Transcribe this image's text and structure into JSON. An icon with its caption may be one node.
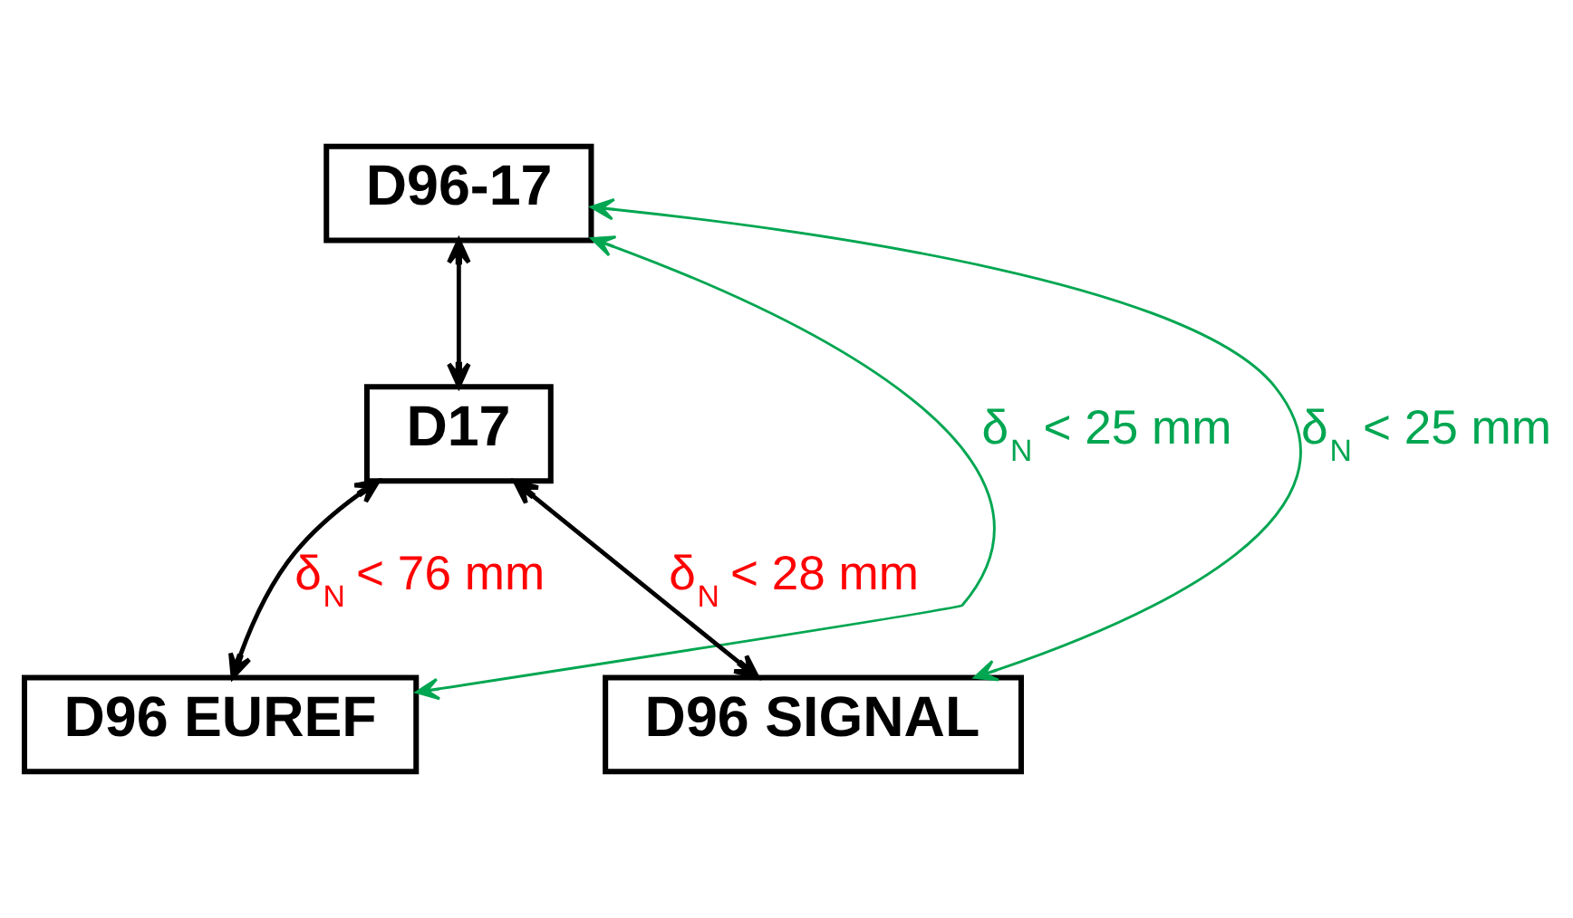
{
  "diagram": {
    "nodes": [
      {
        "text": [
          "D96-17"
        ]
      },
      {
        "text": [
          "D17"
        ]
      },
      {
        "text": [
          "D96 EUREF"
        ]
      },
      {
        "text": [
          "D96 SIGNAL"
        ]
      }
    ],
    "edges": [
      {
        "from": 0,
        "to": 1,
        "arrow": "both"
      },
      {
        "from": 1,
        "to": 2,
        "arrow": "both",
        "label": "δ$_{N}$ < 76 mm"
      },
      {
        "from": 1,
        "to": 3,
        "arrow": "both",
        "label": "δ$_{N}$ < 28 mm"
      },
      {
        "from": 0,
        "to": 2,
        "arrow": "both",
        "label": "δ$_{N}$ < 25 mm",
        "color": "#00a651"
      },
      {
        "from": 0,
        "to": 3,
        "arrow": "both",
        "label": "δ$_{N}$ < 25 mm",
        "color": "#00a651"
      }
    ]
  }
}
